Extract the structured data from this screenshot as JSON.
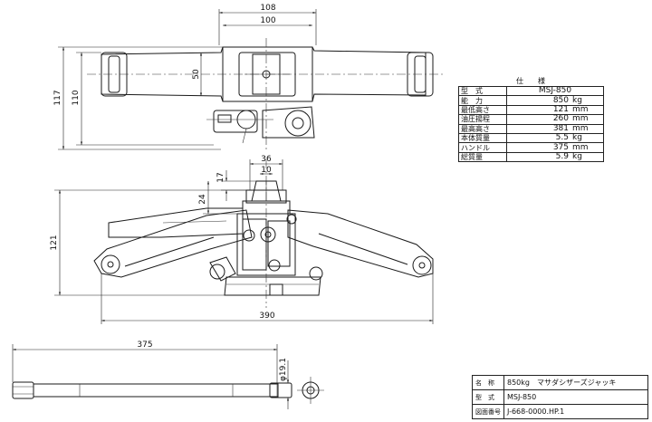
{
  "dimensions": {
    "top_width_outer": "108",
    "top_width_inner": "100",
    "top_height_outer": "117",
    "top_height_inner": "110",
    "top_pad": "50",
    "side_36": "36",
    "side_10": "10",
    "side_17": "17",
    "side_24": "24",
    "side_height": "121",
    "side_length": "390",
    "handle_length": "375",
    "handle_diameter": "φ19.1"
  },
  "spec_table": {
    "header": "仕　　様",
    "rows": [
      {
        "label": "型　式",
        "value": "MSJ-850",
        "unit": ""
      },
      {
        "label": "能　力",
        "value": "850",
        "unit": "kg"
      },
      {
        "label": "最低高さ",
        "value": "121",
        "unit": "mm"
      },
      {
        "label": "油圧揚程",
        "value": "260",
        "unit": "mm"
      },
      {
        "label": "最高高さ",
        "value": "381",
        "unit": "mm"
      },
      {
        "label": "本体質量",
        "value": "5.5",
        "unit": "kg"
      },
      {
        "label": "ハンドル",
        "value": "375",
        "unit": "mm"
      },
      {
        "label": "総質量",
        "value": "5.9",
        "unit": "kg"
      }
    ]
  },
  "title_block": {
    "rows": [
      {
        "label": "名　称",
        "value": "850kg　マサダシザーズジャッキ"
      },
      {
        "label": "型　式",
        "value": "MSJ-850"
      },
      {
        "label": "図面番号",
        "value": "J-668-0000.HP.1"
      }
    ]
  }
}
